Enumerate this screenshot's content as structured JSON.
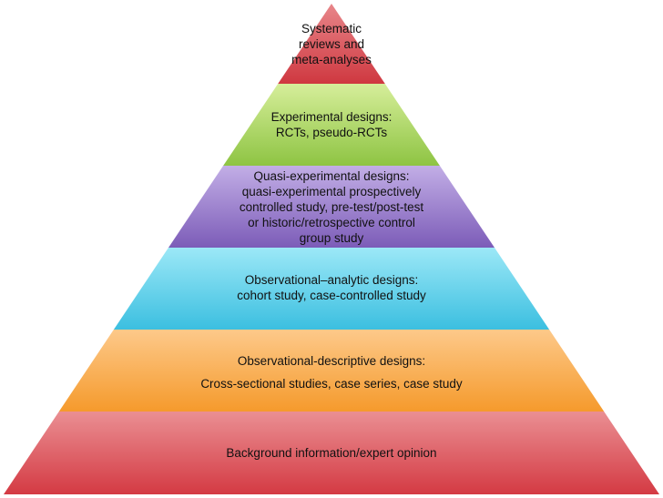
{
  "tiers": [
    {
      "id": "systematic-reviews",
      "lines": [
        "Systematic",
        "reviews and",
        "meta-analyses"
      ],
      "colors": {
        "light": "#e8868a",
        "dark": "#cf3840"
      }
    },
    {
      "id": "experimental",
      "lines": [
        "Experimental designs:",
        "RCTs, pseudo-RCTs"
      ],
      "colors": {
        "light": "#d6ee9a",
        "dark": "#8ec443"
      }
    },
    {
      "id": "quasi-experimental",
      "lines": [
        "Quasi-experimental designs:",
        "quasi-experimental prospectively",
        "controlled study, pre-test/post-test",
        "or historic/retrospective control",
        "group study"
      ],
      "colors": {
        "light": "#c2aee6",
        "dark": "#7c5cb8"
      }
    },
    {
      "id": "observational-analytic",
      "lines": [
        "Observational–analytic designs:",
        "cohort study, case-controlled study"
      ],
      "colors": {
        "light": "#9ce8f7",
        "dark": "#3bbfe0"
      }
    },
    {
      "id": "observational-descriptive",
      "lines": [
        "Observational-descriptive designs:",
        "Cross-sectional studies, case series, case study"
      ],
      "colors": {
        "light": "#fdc98a",
        "dark": "#f59a2c"
      }
    },
    {
      "id": "background",
      "lines": [
        "Background information/expert opinion"
      ],
      "colors": {
        "light": "#ea8f93",
        "dark": "#d43a43"
      }
    }
  ]
}
